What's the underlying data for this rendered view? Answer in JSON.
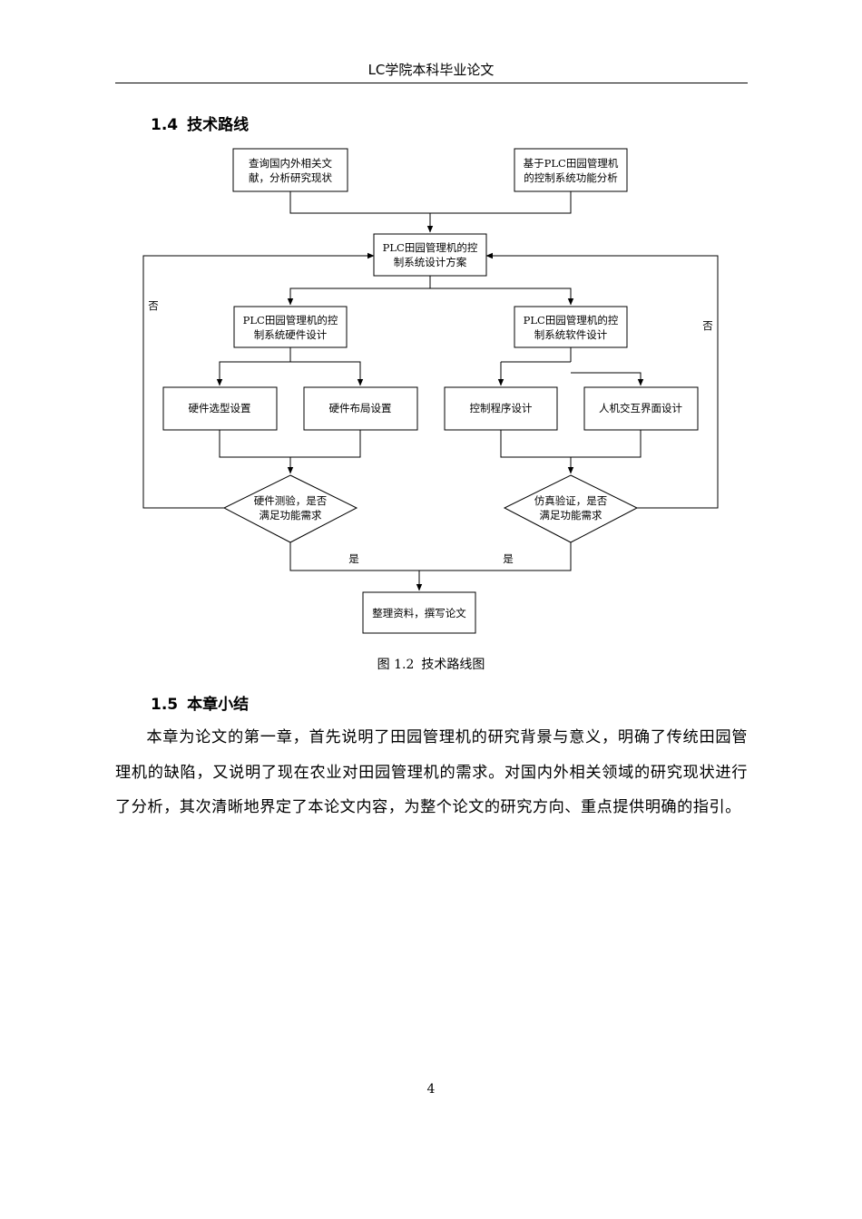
{
  "header": {
    "title": "LC学院本科毕业论文"
  },
  "section_1_4": {
    "number": "1.4",
    "title": "技术路线"
  },
  "flowchart": {
    "research_status": [
      "查询国内外相关文",
      "献，分析研究现状"
    ],
    "function_analysis": [
      "基于PLC田园管理机",
      "的控制系统功能分析"
    ],
    "design_plan": [
      "PLC田园管理机的控",
      "制系统设计方案"
    ],
    "hardware_design": [
      "PLC田园管理机的控",
      "制系统硬件设计"
    ],
    "software_design": [
      "PLC田园管理机的控",
      "制系统软件设计"
    ],
    "hardware_selection": "硬件选型设置",
    "hardware_layout": "硬件布局设置",
    "control_program": "控制程序设计",
    "hmi_design": "人机交互界面设计",
    "hardware_test": [
      "硬件测验，是否",
      "满足功能需求"
    ],
    "simulation_verify": [
      "仿真验证，是否",
      "满足功能需求"
    ],
    "final_box": "整理资料，撰写论文",
    "label_no_left": "否",
    "label_no_right": "否",
    "label_yes_left": "是",
    "label_yes_right": "是"
  },
  "figure": {
    "number": "图 1.2",
    "caption": "技术路线图"
  },
  "section_1_5": {
    "number": "1.5",
    "title": "本章小结"
  },
  "summary_paragraph": "本章为论文的第一章，首先说明了田园管理机的研究背景与意义，明确了传统田园管理机的缺陷，又说明了现在农业对田园管理机的需求。对国内外相关领域的研究现状进行了分析，其次清晰地界定了本论文内容，为整个论文的研究方向、重点提供明确的指引。",
  "page": {
    "number": "4"
  }
}
